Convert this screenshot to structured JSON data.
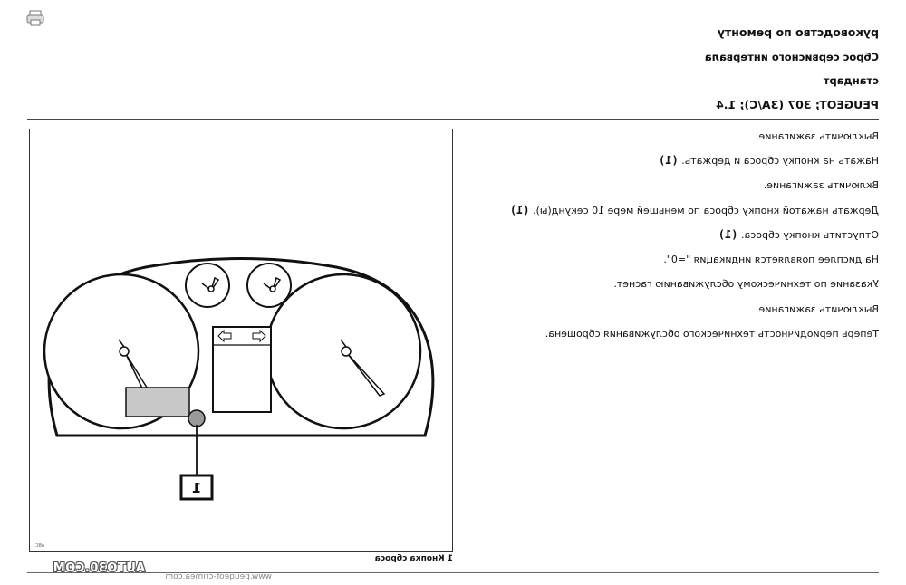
{
  "header": {
    "title": "руководство по ремонту",
    "subtitle": "Сброс сервисного интервала",
    "standard": "стандарт",
    "model": "PEUGEOT; 307 (3A/C); 1.4"
  },
  "steps": [
    {
      "text": "Выключить зажигание.",
      "mark": ""
    },
    {
      "text": "Нажать на кнопку сброса и держать.",
      "mark": "(1)"
    },
    {
      "text": "Включить зажигание.",
      "mark": ""
    },
    {
      "text": "Держать нажатой кнопку сброса по меньшей мере 10 секунд(ы).",
      "mark": "(1)"
    },
    {
      "text": "Отпустить кнопку сброса.",
      "mark": "(1)"
    },
    {
      "text": "На дисплее появляется индикация \"=0\".",
      "mark": ""
    },
    {
      "text": "Указание по техническому обслуживанию гаснет.",
      "mark": ""
    },
    {
      "text": "Выключить зажигание.",
      "mark": ""
    },
    {
      "text": "Теперь периодичность технического обслуживания сброшена.",
      "mark": ""
    }
  ],
  "figure": {
    "callout": "1",
    "tag": "ABC",
    "caption": "1 Кнопка сброса"
  },
  "watermark": {
    "logo": "AUTO30.COM",
    "url": "www.peugeot-crimea.com"
  },
  "icons": {
    "print": "printer-icon"
  }
}
